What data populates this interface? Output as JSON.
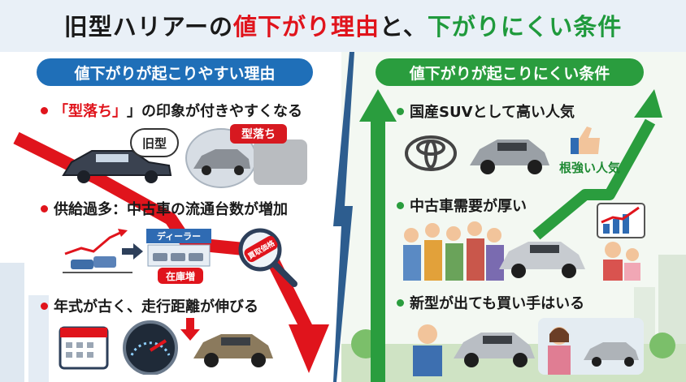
{
  "title": {
    "part1": "旧型ハリアーの",
    "part2": "値下がり理由",
    "part3": "と、",
    "part4": "下がりにくい条件"
  },
  "left": {
    "header": "値下がりが起こりやすい理由",
    "reasons": [
      {
        "prefix": "「",
        "keyword": "型落ち",
        "suffix": "」の印象が付きやすくなる"
      },
      {
        "text": "供給過多：中古車の流通台数が増加"
      },
      {
        "text": "年式が古く、走行距離が伸びる"
      }
    ],
    "labels": {
      "old_model": "旧型",
      "outdated": "型落ち",
      "dealer": "ディーラー",
      "in_stock": "在庫増",
      "buyback": "買取価格"
    }
  },
  "right": {
    "header": "値下がりが起こりにくい条件",
    "conditions": [
      {
        "text": "国産SUVとして高い人気"
      },
      {
        "text": "中古車需要が厚い"
      },
      {
        "text": "新型が出ても買い手はいる"
      }
    ],
    "labels": {
      "strong_popularity": "根強い人気"
    }
  },
  "colors": {
    "red": "#e0141c",
    "green": "#2a9d3e",
    "blue": "#1f6fb8"
  }
}
